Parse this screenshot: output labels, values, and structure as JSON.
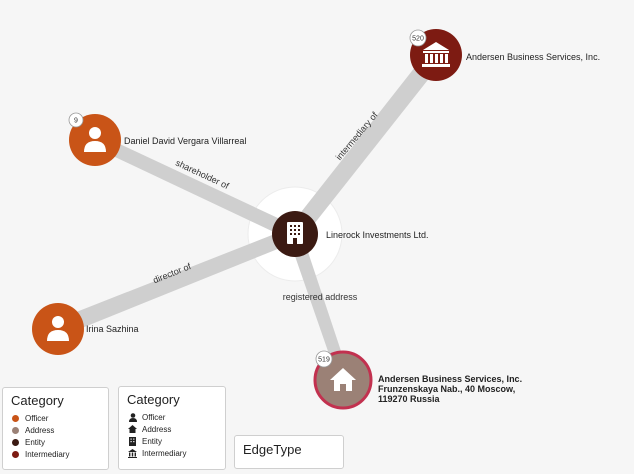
{
  "nodes": {
    "center": {
      "label": "Linerock Investments Ltd."
    },
    "andersen": {
      "label": "Andersen Business Services, Inc.",
      "badge": "520"
    },
    "daniel": {
      "label": "Daniel David Vergara Villarreal",
      "badge": "9"
    },
    "irina": {
      "label": "Irina Sazhina"
    },
    "address": {
      "badge": "519",
      "label_lines": [
        "Andersen Business Services, Inc.",
        "Frunzenskaya Nab., 40 Moscow,",
        "119270 Russia"
      ]
    }
  },
  "edges": {
    "intermediary": "intermediary of",
    "shareholder": "shareholder of",
    "director": "director of",
    "registered": "registered address"
  },
  "legend_color": {
    "title": "Category",
    "items": [
      {
        "label": "Officer",
        "color": "#c95417"
      },
      {
        "label": "Address",
        "color": "#9b8176"
      },
      {
        "label": "Entity",
        "color": "#3b1a12"
      },
      {
        "label": "Intermediary",
        "color": "#7d1b12"
      }
    ]
  },
  "legend_icon": {
    "title": "Category",
    "items": [
      {
        "label": "Officer",
        "icon": "person-icon"
      },
      {
        "label": "Address",
        "icon": "home-icon"
      },
      {
        "label": "Entity",
        "icon": "building-icon"
      },
      {
        "label": "Intermediary",
        "icon": "bank-icon"
      }
    ]
  },
  "edge_legend": {
    "title": "EdgeType"
  }
}
